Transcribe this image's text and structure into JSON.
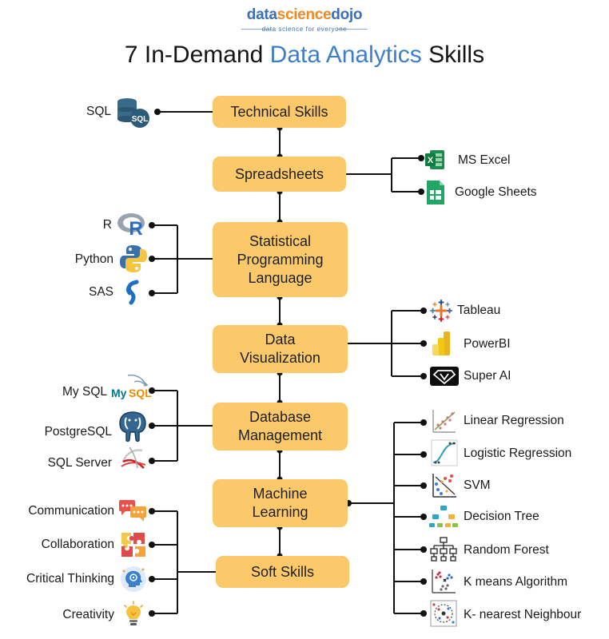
{
  "logo": {
    "part1": "data",
    "part2": "science",
    "part3": "dojo",
    "tagline": "data science for everyone"
  },
  "title": {
    "prefix": "7 In-Demand ",
    "highlight": "Data Analytics",
    "suffix": " Skills"
  },
  "colors": {
    "box": "#fbc969",
    "accent": "#3d7fc9",
    "line": "#111111"
  },
  "skills": [
    {
      "label": "Technical Skills",
      "tools": [
        {
          "name": "SQL",
          "icon": "sql-database-icon"
        }
      ]
    },
    {
      "label": "Spreadsheets",
      "tools": [
        {
          "name": "MS Excel",
          "icon": "excel-icon"
        },
        {
          "name": "Google Sheets",
          "icon": "google-sheets-icon"
        }
      ]
    },
    {
      "label": "Statistical Programming Language",
      "tools": [
        {
          "name": "R",
          "icon": "r-language-icon"
        },
        {
          "name": "Python",
          "icon": "python-icon"
        },
        {
          "name": "SAS",
          "icon": "sas-icon"
        }
      ]
    },
    {
      "label": "Data Visualization",
      "tools": [
        {
          "name": "Tableau",
          "icon": "tableau-icon"
        },
        {
          "name": "PowerBI",
          "icon": "powerbi-icon"
        },
        {
          "name": "Super AI",
          "icon": "super-ai-icon"
        }
      ]
    },
    {
      "label": "Database Management",
      "tools": [
        {
          "name": "My SQL",
          "icon": "mysql-icon"
        },
        {
          "name": "PostgreSQL",
          "icon": "postgresql-icon"
        },
        {
          "name": "SQL Server",
          "icon": "sql-server-icon"
        }
      ]
    },
    {
      "label": "Machine Learning",
      "tools": [
        {
          "name": "Linear Regression",
          "icon": "linear-regression-icon"
        },
        {
          "name": "Logistic Regression",
          "icon": "logistic-regression-icon"
        },
        {
          "name": "SVM",
          "icon": "svm-icon"
        },
        {
          "name": "Decision Tree",
          "icon": "decision-tree-icon"
        },
        {
          "name": "Random Forest",
          "icon": "random-forest-icon"
        },
        {
          "name": "K means Algorithm",
          "icon": "k-means-icon"
        },
        {
          "name": "K- nearest Neighbour",
          "icon": "knn-icon"
        }
      ]
    },
    {
      "label": "Soft Skills",
      "tools": [
        {
          "name": "Communication",
          "icon": "chat-bubbles-icon"
        },
        {
          "name": "Collaboration",
          "icon": "puzzle-icon"
        },
        {
          "name": "Critical Thinking",
          "icon": "thinking-head-icon"
        },
        {
          "name": "Creativity",
          "icon": "lightbulb-icon"
        }
      ]
    }
  ]
}
